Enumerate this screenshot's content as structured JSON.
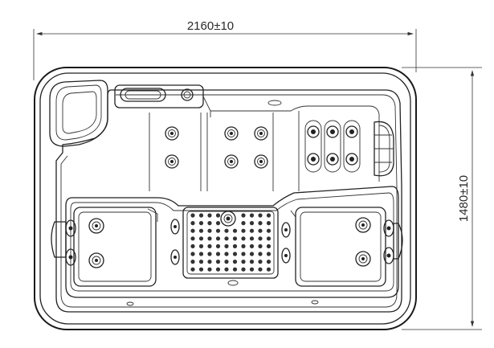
{
  "dimensions": {
    "width_label": "2160±10",
    "height_label": "1480±10"
  },
  "components": {
    "jet_groups": [
      {
        "name": "left-wall-jets",
        "count": 2
      },
      {
        "name": "center-wall-jets",
        "count": 4
      },
      {
        "name": "right-wall-jets",
        "count": 6
      },
      {
        "name": "left-seat-back-jets",
        "count": 2
      },
      {
        "name": "left-seat-front-jets",
        "count": 2
      },
      {
        "name": "floor-jets",
        "count": 1
      },
      {
        "name": "right-seat-back-jets",
        "count": 2
      },
      {
        "name": "right-seat-front-jets",
        "count": 2
      }
    ]
  }
}
